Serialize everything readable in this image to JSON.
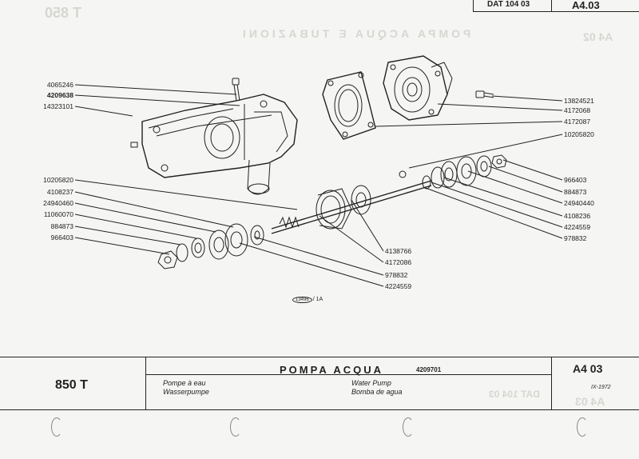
{
  "header": {
    "dat_label": "DAT 104 03",
    "page_code": "A4.03"
  },
  "bleed_through": {
    "top_left": "T 850",
    "title_mirror": "POMPA ACQUA E TUBAZIONI",
    "top_right": "A4 02",
    "lower_right": "DAT 104 03",
    "corner": "A4 03"
  },
  "callouts_left": [
    {
      "text": "4065246",
      "bold": false
    },
    {
      "text": "4209638",
      "bold": true
    },
    {
      "text": "14323101",
      "bold": false
    },
    {
      "text": "10205820",
      "bold": false
    },
    {
      "text": "4108237",
      "bold": false
    },
    {
      "text": "24940460",
      "bold": false
    },
    {
      "text": "11060070",
      "bold": false
    },
    {
      "text": "884873",
      "bold": false
    },
    {
      "text": "966403",
      "bold": false
    }
  ],
  "callouts_right": [
    {
      "text": "13824521"
    },
    {
      "text": "4172068"
    },
    {
      "text": "4172087"
    },
    {
      "text": "10205820"
    },
    {
      "text": "966403"
    },
    {
      "text": "884873"
    },
    {
      "text": "24940440"
    },
    {
      "text": "4108236"
    },
    {
      "text": "4224559"
    },
    {
      "text": "978832"
    }
  ],
  "callouts_center": [
    {
      "text": "4138766"
    },
    {
      "text": "4172086"
    },
    {
      "text": "978832"
    },
    {
      "text": "4224559"
    }
  ],
  "drawing_stamp": {
    "circled": "13496",
    "suffix": "/ 1A"
  },
  "footer": {
    "model": "850 T",
    "title": "POMPA ACQUA",
    "title_number": "4209701",
    "translations": {
      "fr": "Pompe à eau",
      "de": "Wasserpumpe",
      "en": "Water Pump",
      "es": "Bomba de agua"
    },
    "ref_code": "A4 03",
    "date": "IX-1972"
  }
}
